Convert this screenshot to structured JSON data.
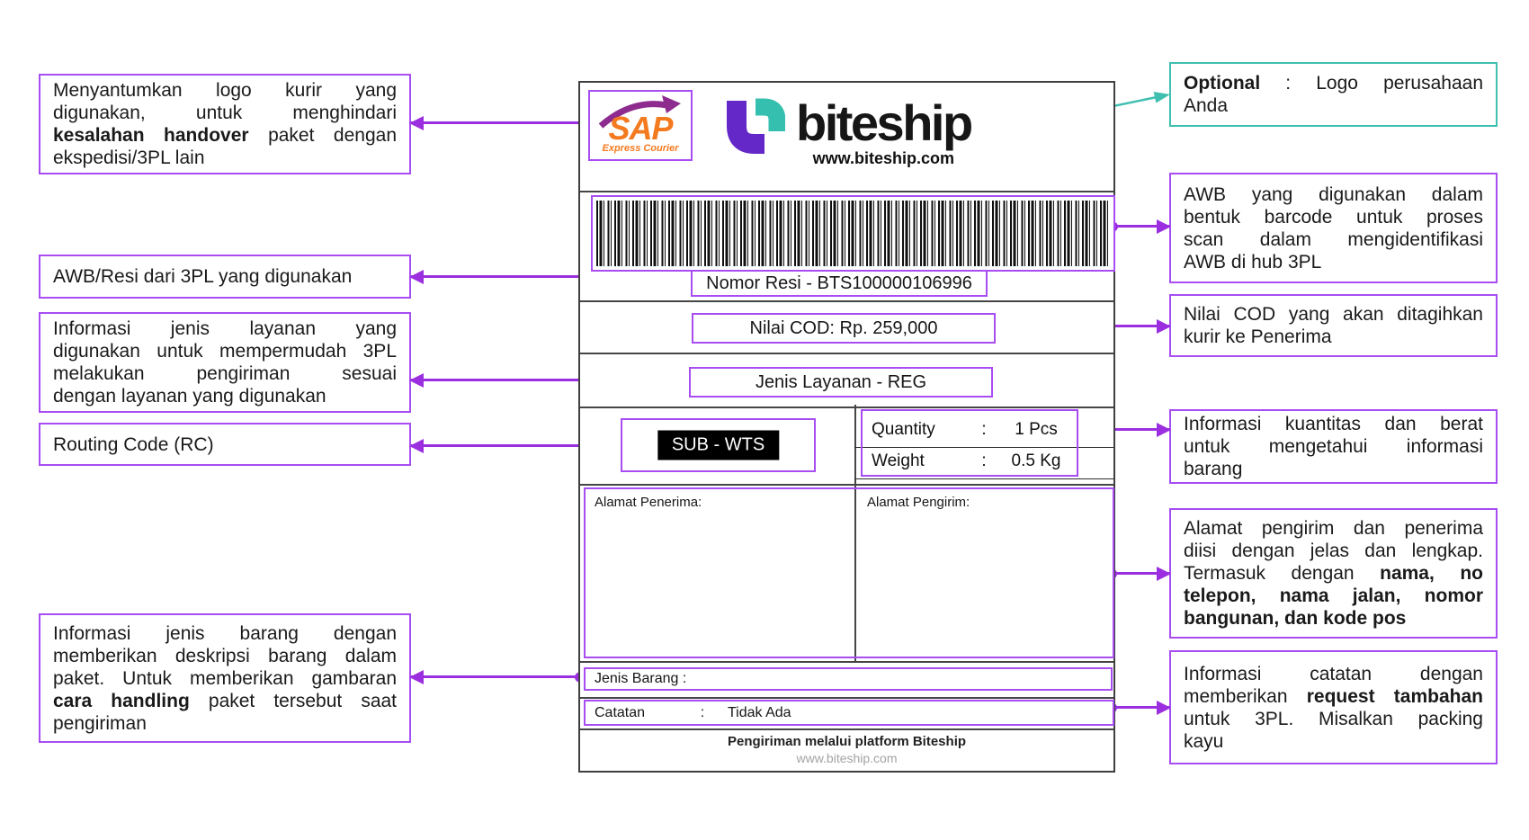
{
  "colors": {
    "annotation_purple": "#9b2fe0",
    "annotation_purple_border": "#a74df2",
    "annotation_teal": "#3fbfb0",
    "sap_orange": "#f47a1f",
    "sap_purple": "#8e2b8e",
    "biteship_purple": "#6428c8",
    "biteship_teal": "#35bfae",
    "routing_bg": "#000000"
  },
  "label": {
    "courier_logo": {
      "name": "SAP",
      "tagline": "Express Courier"
    },
    "brand": {
      "name": "biteship",
      "website": "www.biteship.com"
    },
    "awb": {
      "text": "Nomor Resi - BTS100000106996"
    },
    "cod": {
      "text": "Nilai COD: Rp. 259,000"
    },
    "service": {
      "text": "Jenis Layanan - REG"
    },
    "routing": {
      "text": "SUB - WTS"
    },
    "package": {
      "quantity": {
        "label": "Quantity",
        "colon": ":",
        "value": "1 Pcs"
      },
      "weight": {
        "label": "Weight",
        "colon": ":",
        "value": "0.5 Kg"
      }
    },
    "addresses": {
      "receiver": "Alamat Penerima:",
      "sender": "Alamat Pengirim:"
    },
    "item_type": {
      "label": "Jenis Barang :"
    },
    "note": {
      "label": "Catatan",
      "colon": ":",
      "value": "Tidak Ada"
    },
    "footer": {
      "line1": "Pengiriman melalui platform Biteship",
      "line2": "www.biteship.com"
    }
  },
  "callouts_left": [
    {
      "name": "courier-logo-note",
      "lines": [
        [
          {
            "t": "Menyantumkan logo kurir yang",
            "b": false
          }
        ],
        [
          {
            "t": "digunakan, untuk menghindari",
            "b": false
          }
        ],
        [
          {
            "t": "kesalahan handover",
            "b": true
          },
          {
            "t": " paket dengan",
            "b": false
          }
        ],
        [
          {
            "t": "ekspedisi/3PL lain",
            "b": false
          }
        ]
      ]
    },
    {
      "name": "awb-note",
      "lines": [
        [
          {
            "t": "AWB/Resi dari 3PL yang digunakan",
            "b": false
          }
        ]
      ]
    },
    {
      "name": "service-note",
      "lines": [
        [
          {
            "t": "Informasi jenis layanan yang",
            "b": false
          }
        ],
        [
          {
            "t": "digunakan untuk mempermudah 3PL",
            "b": false
          }
        ],
        [
          {
            "t": "melakukan pengiriman sesuai",
            "b": false
          }
        ],
        [
          {
            "t": "dengan layanan yang digunakan",
            "b": false
          }
        ]
      ]
    },
    {
      "name": "routing-code-note",
      "lines": [
        [
          {
            "t": "Routing Code (RC)",
            "b": false
          }
        ]
      ]
    },
    {
      "name": "item-type-note",
      "lines": [
        [
          {
            "t": "Informasi jenis barang dengan",
            "b": false
          }
        ],
        [
          {
            "t": "memberikan deskripsi barang dalam",
            "b": false
          }
        ],
        [
          {
            "t": "paket. Untuk memberikan gambaran",
            "b": false
          }
        ],
        [
          {
            "t": "cara handling",
            "b": true
          },
          {
            "t": " paket tersebut saat",
            "b": false
          }
        ],
        [
          {
            "t": "pengiriman",
            "b": false
          }
        ]
      ]
    }
  ],
  "callouts_right": [
    {
      "name": "optional-logo-note",
      "style": "teal",
      "lines": [
        [
          {
            "t": "Optional",
            "b": true
          },
          {
            "t": " : Logo perusahaan",
            "b": false
          }
        ],
        [
          {
            "t": "Anda",
            "b": false
          }
        ]
      ]
    },
    {
      "name": "barcode-note",
      "style": "purple",
      "lines": [
        [
          {
            "t": "AWB yang digunakan dalam",
            "b": false
          }
        ],
        [
          {
            "t": "bentuk barcode untuk proses",
            "b": false
          }
        ],
        [
          {
            "t": "scan dalam mengidentifikasi",
            "b": false
          }
        ],
        [
          {
            "t": "AWB di hub 3PL",
            "b": false
          }
        ]
      ]
    },
    {
      "name": "cod-note",
      "style": "purple",
      "lines": [
        [
          {
            "t": "Nilai COD yang akan ditagihkan",
            "b": false
          }
        ],
        [
          {
            "t": "kurir ke Penerima",
            "b": false
          }
        ]
      ]
    },
    {
      "name": "package-info-note",
      "style": "purple",
      "lines": [
        [
          {
            "t": "Informasi kuantitas dan berat",
            "b": false
          }
        ],
        [
          {
            "t": "untuk mengetahui informasi",
            "b": false
          }
        ],
        [
          {
            "t": "barang",
            "b": false
          }
        ]
      ]
    },
    {
      "name": "address-note",
      "style": "purple",
      "lines": [
        [
          {
            "t": "Alamat pengirim dan penerima",
            "b": false
          }
        ],
        [
          {
            "t": "diisi dengan jelas dan lengkap.",
            "b": false
          }
        ],
        [
          {
            "t": "Termasuk dengan ",
            "b": false
          },
          {
            "t": "nama, no",
            "b": true
          }
        ],
        [
          {
            "t": "telepon, nama jalan, nomor",
            "b": true
          }
        ],
        [
          {
            "t": "bangunan, dan kode pos",
            "b": true
          }
        ]
      ]
    },
    {
      "name": "note-note",
      "style": "purple",
      "lines": [
        [
          {
            "t": "Informasi catatan dengan",
            "b": false
          }
        ],
        [
          {
            "t": "memberikan ",
            "b": false
          },
          {
            "t": "request tambahan",
            "b": true
          }
        ],
        [
          {
            "t": "untuk 3PL. Misalkan packing",
            "b": false
          }
        ],
        [
          {
            "t": "kayu",
            "b": false
          }
        ]
      ]
    }
  ]
}
